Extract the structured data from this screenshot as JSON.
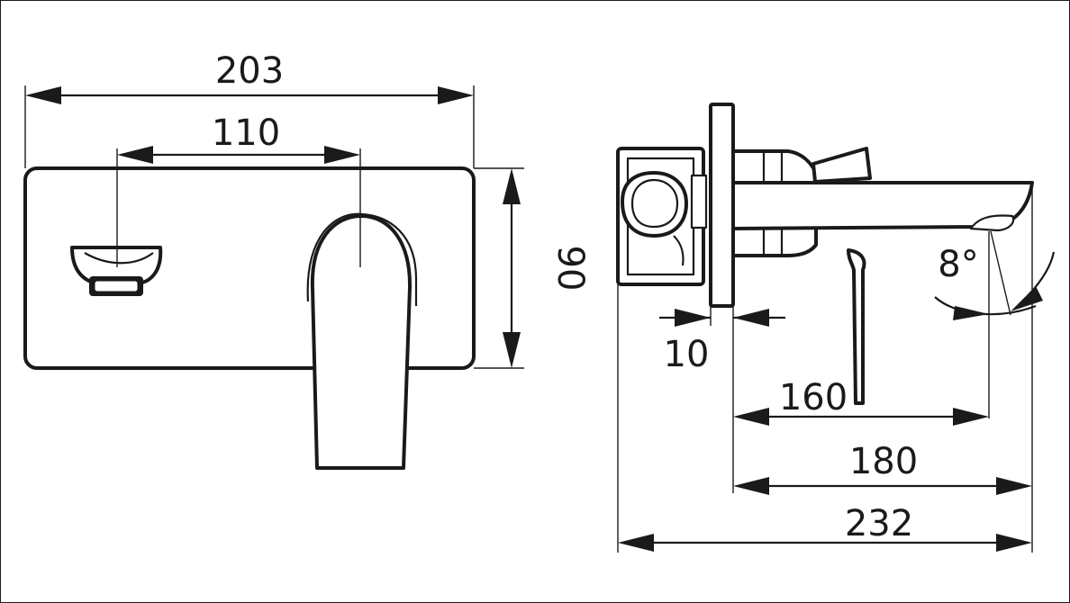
{
  "dimensions": {
    "front_width": "203",
    "front_outlet_to_lever": "110",
    "front_height": "90",
    "side_plate_thickness": "10",
    "side_projection_160": "160",
    "side_projection_180": "180",
    "side_overall_depth": "232",
    "side_spout_angle": "8°"
  },
  "colors": {
    "line": "#1a1a1a",
    "background": "#ffffff"
  }
}
